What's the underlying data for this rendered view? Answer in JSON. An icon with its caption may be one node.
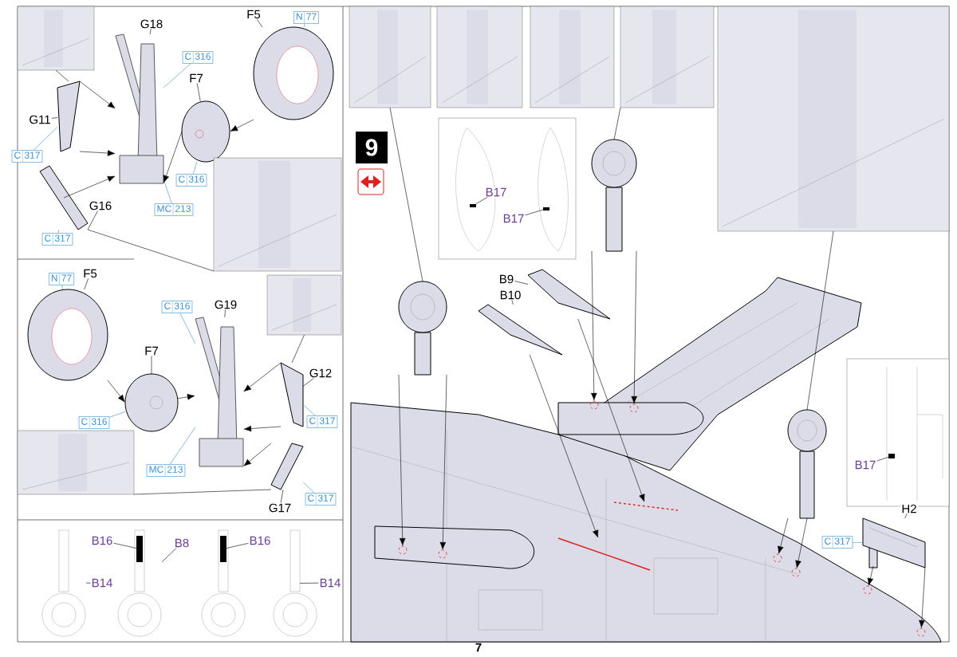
{
  "diagram": {
    "nodes": [
      {
        "text": [
          "G18"
        ]
      },
      {
        "text": [
          "F5"
        ]
      },
      {
        "text": [
          "N",
          "77"
        ]
      },
      {
        "text": [
          "C",
          "316"
        ]
      },
      {
        "text": [
          "F7"
        ]
      },
      {
        "text": [
          "G11"
        ]
      },
      {
        "text": [
          "C",
          "317"
        ]
      },
      {
        "text": [
          "C",
          "316"
        ]
      },
      {
        "text": [
          "MC",
          "213"
        ]
      },
      {
        "text": [
          "G16"
        ]
      },
      {
        "text": [
          "C",
          "317"
        ]
      },
      {
        "text": [
          "N",
          "77"
        ]
      },
      {
        "text": [
          "F5"
        ]
      },
      {
        "text": [
          "F7"
        ]
      },
      {
        "text": [
          "C",
          "316"
        ]
      },
      {
        "text": [
          "C",
          "316"
        ]
      },
      {
        "text": [
          "G19"
        ]
      },
      {
        "text": [
          "G12"
        ]
      },
      {
        "text": [
          "C",
          "317"
        ]
      },
      {
        "text": [
          "MC",
          "213"
        ]
      },
      {
        "text": [
          "C",
          "317"
        ]
      },
      {
        "text": [
          "G17"
        ]
      },
      {
        "text": [
          "B16"
        ]
      },
      {
        "text": [
          "B8"
        ]
      },
      {
        "text": [
          "B16"
        ]
      },
      {
        "text": [
          "B14"
        ]
      },
      {
        "text": [
          "B14"
        ]
      },
      {
        "text": [
          "9"
        ]
      },
      {
        "text": [],
        "shape": "picture"
      },
      {
        "text": [
          "B17"
        ],
        "in": 28
      },
      {
        "text": [
          "B17"
        ],
        "in": 28
      },
      {
        "text": [],
        "shape": "bar",
        "in": 28
      },
      {
        "text": [],
        "shape": "bar",
        "in": 28
      },
      {
        "text": [
          "B9"
        ]
      },
      {
        "text": [
          "B10"
        ]
      },
      {
        "text": [],
        "shape": "picture"
      },
      {
        "text": [
          "B17"
        ],
        "in": 35
      },
      {
        "text": [],
        "shape": "bar",
        "in": 35
      },
      {
        "text": [
          "C",
          "317"
        ]
      },
      {
        "text": [
          "H2"
        ]
      },
      {
        "text": [],
        "shape": "picture"
      },
      {
        "text": [],
        "shape": "picture"
      },
      {
        "text": [],
        "shape": "picture"
      },
      {
        "text": [],
        "shape": "picture"
      },
      {
        "text": [],
        "shape": "picture"
      },
      {
        "text": [],
        "shape": "picture"
      },
      {
        "text": [],
        "shape": "picture"
      },
      {
        "text": [],
        "shape": "picture"
      },
      {
        "text": [],
        "shape": "picture"
      },
      {
        "text": [],
        "shape": "picture"
      },
      {
        "text": [],
        "shape": "picture"
      },
      {
        "text": [],
        "shape": "picture"
      },
      {
        "text": [],
        "shape": "picture"
      },
      {
        "text": [],
        "shape": "picture"
      },
      {
        "text": [],
        "shape": "picture"
      },
      {
        "text": [],
        "shape": "picture"
      },
      {
        "text": [],
        "shape": "bar",
        "in": 55
      },
      {
        "text": [],
        "shape": "picture"
      },
      {
        "text": [],
        "shape": "bar",
        "in": 57
      },
      {
        "text": [],
        "shape": "picture"
      },
      {
        "text": [],
        "shape": "picture"
      },
      {
        "text": [],
        "shape": "picture"
      },
      {
        "text": [],
        "shape": "picture"
      },
      {
        "text": [],
        "shape": "picture"
      },
      {
        "text": [],
        "shape": "picture"
      },
      {
        "text": [],
        "shape": "picture"
      },
      {
        "text": [],
        "shape": "picture"
      },
      {
        "text": [],
        "shape": "picture"
      },
      {
        "text": [],
        "shape": "picture"
      },
      {
        "text": [],
        "shape": "picture"
      },
      {
        "text": [],
        "shape": "picture"
      },
      {
        "text": [],
        "shape": "circle"
      },
      {
        "text": [],
        "shape": "circle"
      },
      {
        "text": [],
        "shape": "circle"
      },
      {
        "text": [],
        "shape": "circle"
      },
      {
        "text": [],
        "shape": "line"
      },
      {
        "text": [],
        "shape": "line"
      },
      {
        "text": [],
        "shape": "circle"
      },
      {
        "text": [],
        "shape": "circle"
      },
      {
        "text": [],
        "shape": "circle"
      },
      {
        "text": [],
        "shape": "circle"
      }
    ],
    "edges": [
      {
        "from": 0,
        "to": 42,
        "arrow": "none"
      },
      {
        "from": 1,
        "to": 44,
        "arrow": "none"
      },
      {
        "from": 2,
        "to": 44,
        "arrow": "none",
        "color": "#3a8fd0"
      },
      {
        "from": 3,
        "to": 42,
        "arrow": "none",
        "color": "#3a8fd0"
      },
      {
        "from": 4,
        "to": 43,
        "arrow": "none"
      },
      {
        "from": 5,
        "to": 41,
        "arrow": "none"
      },
      {
        "from": 6,
        "to": 41,
        "arrow": "none",
        "color": "#3a8fd0"
      },
      {
        "from": 7,
        "to": 43,
        "arrow": "none",
        "color": "#3a8fd0"
      },
      {
        "from": 8,
        "to": 42,
        "arrow": "none",
        "color": "#3a8fd0"
      },
      {
        "from": 9,
        "to": 45,
        "arrow": "none"
      },
      {
        "from": 10,
        "to": 45,
        "arrow": "none",
        "color": "#3a8fd0"
      },
      {
        "from": 11,
        "to": 47,
        "arrow": "none",
        "color": "#3a8fd0"
      },
      {
        "from": 12,
        "to": 47,
        "arrow": "none"
      },
      {
        "from": 13,
        "to": 48,
        "arrow": "none"
      },
      {
        "from": 14,
        "to": 48,
        "arrow": "none",
        "color": "#3a8fd0"
      },
      {
        "from": 15,
        "to": 49,
        "arrow": "none",
        "color": "#3a8fd0"
      },
      {
        "from": 16,
        "to": 49,
        "arrow": "none"
      },
      {
        "from": 17,
        "to": 51,
        "arrow": "none"
      },
      {
        "from": 18,
        "to": 51,
        "arrow": "none",
        "color": "#3a8fd0"
      },
      {
        "from": 19,
        "to": 49,
        "arrow": "none",
        "color": "#3a8fd0"
      },
      {
        "from": 20,
        "to": 52,
        "arrow": "none",
        "color": "#3a8fd0"
      },
      {
        "from": 21,
        "to": 52,
        "arrow": "none"
      },
      {
        "from": 22,
        "to": 56,
        "arrow": "none"
      },
      {
        "from": 23,
        "to": 55,
        "arrow": "none"
      },
      {
        "from": 24,
        "to": 58,
        "arrow": "none"
      },
      {
        "from": 25,
        "to": 54,
        "arrow": "none"
      },
      {
        "from": 26,
        "to": 59,
        "arrow": "none"
      },
      {
        "from": 29,
        "to": 31,
        "arrow": "none"
      },
      {
        "from": 30,
        "to": 32,
        "arrow": "none"
      },
      {
        "from": 33,
        "to": 68,
        "arrow": "none"
      },
      {
        "from": 34,
        "to": 69,
        "arrow": "none"
      },
      {
        "from": 36,
        "to": 37,
        "arrow": "none"
      },
      {
        "from": 38,
        "to": 70,
        "arrow": "none",
        "color": "#3a8fd0"
      },
      {
        "from": 39,
        "to": 70,
        "arrow": "none"
      },
      {
        "from": 40,
        "to": 41,
        "arrow": "none"
      },
      {
        "from": 46,
        "to": 45,
        "arrow": "none"
      },
      {
        "from": 50,
        "to": 51,
        "arrow": "none"
      },
      {
        "from": 53,
        "to": 52,
        "arrow": "none"
      },
      {
        "from": 60,
        "to": 65,
        "arrow": "none"
      },
      {
        "from": 63,
        "to": 66,
        "arrow": "none"
      },
      {
        "from": 64,
        "to": 67,
        "arrow": "none"
      },
      {
        "from": 41,
        "to": 42,
        "arrow": "to"
      },
      {
        "from": 41,
        "to": 42,
        "arrow": "to"
      },
      {
        "from": 45,
        "to": 42,
        "arrow": "to"
      },
      {
        "from": 44,
        "to": 43,
        "arrow": "to"
      },
      {
        "from": 43,
        "to": 42,
        "arrow": "to"
      },
      {
        "from": 47,
        "to": 48,
        "arrow": "to"
      },
      {
        "from": 48,
        "to": 49,
        "arrow": "to"
      },
      {
        "from": 51,
        "to": 49,
        "arrow": "to"
      },
      {
        "from": 51,
        "to": 49,
        "arrow": "to"
      },
      {
        "from": 52,
        "to": 49,
        "arrow": "to"
      },
      {
        "from": 65,
        "to": 71,
        "arrow": "to"
      },
      {
        "from": 65,
        "to": 72,
        "arrow": "to"
      },
      {
        "from": 66,
        "to": 73,
        "arrow": "to"
      },
      {
        "from": 66,
        "to": 74,
        "arrow": "to"
      },
      {
        "from": 69,
        "to": 75,
        "arrow": "to"
      },
      {
        "from": 68,
        "to": 76,
        "arrow": "to"
      },
      {
        "from": 67,
        "to": 77,
        "arrow": "to"
      },
      {
        "from": 67,
        "to": 78,
        "arrow": "to"
      },
      {
        "from": 70,
        "to": 79,
        "arrow": "to"
      },
      {
        "from": 70,
        "to": 80,
        "arrow": "to"
      }
    ],
    "labels": [
      "7"
    ]
  }
}
